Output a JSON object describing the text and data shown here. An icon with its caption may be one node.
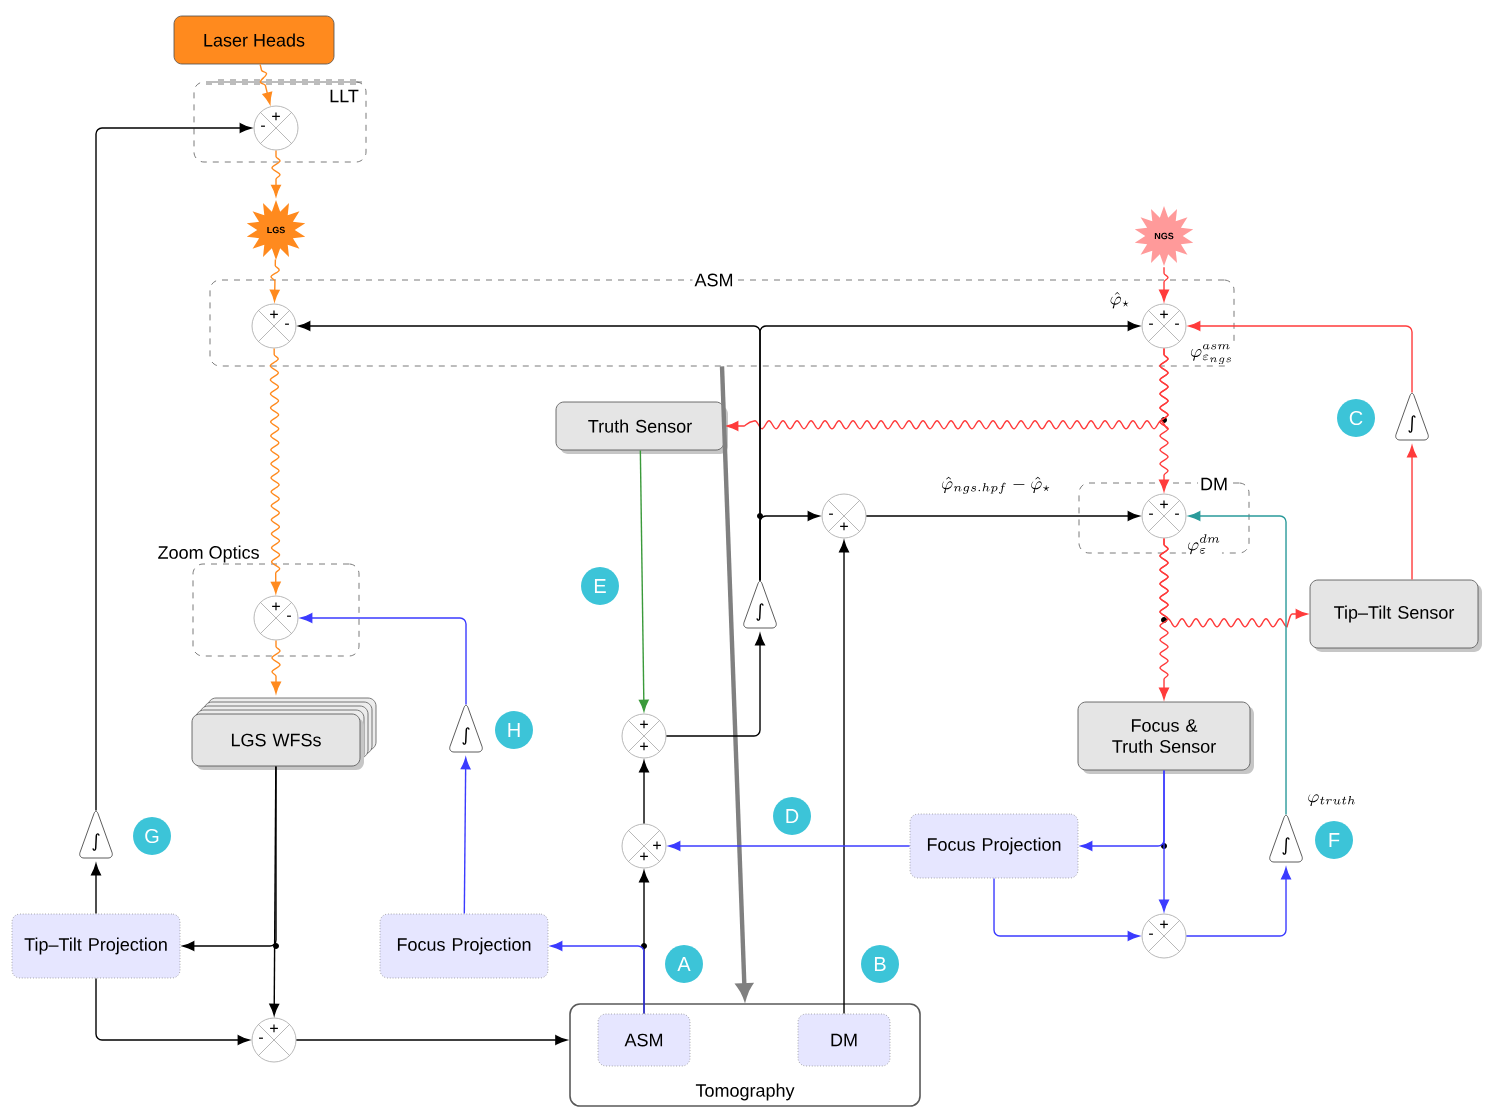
{
  "diagram": {
    "nodes": [
      {
        "text": [
          "Laser Heads"
        ]
      },
      {
        "text": [
          "LLT"
        ]
      },
      {
        "text": [
          "+",
          "-"
        ],
        "in": 1
      },
      {
        "text": [
          "LGS"
        ]
      },
      {
        "text": [
          "ASM"
        ]
      },
      {
        "text": [
          "+",
          "-"
        ],
        "in": 4
      },
      {
        "text": [
          "NGS"
        ]
      },
      {
        "text": [
          "+",
          "-",
          "-"
        ],
        "in": 4,
        "beside": [
          "\\hat{\\varphi}_{\\star}",
          "\\varphi^{asm}_{\\varepsilon_{ngs}}"
        ]
      },
      {
        "text": [
          "Truth Sensor"
        ]
      },
      {
        "text": [
          "C"
        ]
      },
      {
        "text": [
          "∫"
        ]
      },
      {
        "text": [
          "DM"
        ]
      },
      {
        "text": [
          "-",
          "+"
        ]
      },
      {
        "text": [
          "+",
          "-",
          "-"
        ],
        "in": 11,
        "beside": [
          "\\varphi^{dm}_{\\varepsilon}"
        ]
      },
      {
        "text": [
          "∫"
        ]
      },
      {
        "text": [
          "E"
        ]
      },
      {
        "text": [
          "Zoom Optics"
        ]
      },
      {
        "text": [
          "+",
          "-"
        ],
        "in": 16
      },
      {
        "text": [
          "Tip–Tilt Sensor"
        ]
      },
      {
        "text": [
          "LGS WFSs"
        ]
      },
      {
        "text": [
          "∫"
        ]
      },
      {
        "text": [
          "H"
        ]
      },
      {
        "text": [
          "+",
          "+"
        ]
      },
      {
        "text": [
          "Focus & Truth Sensor"
        ]
      },
      {
        "text": [
          "∫"
        ]
      },
      {
        "text": [
          "G"
        ]
      },
      {
        "text": [
          "D"
        ]
      },
      {
        "text": [
          "Focus Projection"
        ]
      },
      {
        "text": [
          "∫"
        ],
        "beside": [
          "\\varphi_{truth}"
        ]
      },
      {
        "text": [
          "F"
        ]
      },
      {
        "text": [
          "+",
          "+"
        ]
      },
      {
        "text": [
          "Tip–Tilt Projection"
        ]
      },
      {
        "text": [
          "Focus Projection"
        ]
      },
      {
        "text": [
          "A"
        ]
      },
      {
        "text": [
          "B"
        ]
      },
      {
        "text": [
          "+",
          "-"
        ]
      },
      {
        "text": [
          "+",
          "-"
        ]
      },
      {
        "text": [
          "Tomography"
        ]
      },
      {
        "text": [
          "ASM"
        ],
        "in": 37
      },
      {
        "text": [
          "DM"
        ],
        "in": 37
      }
    ],
    "edges": [
      {
        "from": 0,
        "to": 2,
        "arrow": "to",
        "color": "#ff8a1e"
      },
      {
        "from": 2,
        "to": 3,
        "arrow": "to",
        "color": "#ff8a1e"
      },
      {
        "from": 3,
        "to": 5,
        "arrow": "to",
        "color": "#ff8a1e"
      },
      {
        "from": 5,
        "to": 17,
        "arrow": "to",
        "color": "#ff8a1e"
      },
      {
        "from": 17,
        "to": 19,
        "arrow": "to",
        "color": "#ff8a1e"
      },
      {
        "from": 24,
        "to": 2,
        "arrow": "to"
      },
      {
        "from": 6,
        "to": 7,
        "arrow": "to",
        "color": "#ff3b3b"
      },
      {
        "from": 7,
        "to": 13,
        "arrow": "to",
        "color": "#ff3b3b"
      },
      {
        "from": 7,
        "to": 8,
        "arrow": "to",
        "color": "#ff3b3b"
      },
      {
        "from": 10,
        "to": 7,
        "arrow": "to",
        "color": "#ff3b3b"
      },
      {
        "from": 18,
        "to": 10,
        "arrow": "to",
        "color": "#ff3b3b"
      },
      {
        "from": 14,
        "to": 5,
        "arrow": "to"
      },
      {
        "from": 14,
        "to": 7,
        "arrow": "to"
      },
      {
        "from": 14,
        "to": 12,
        "arrow": "to"
      },
      {
        "from": 4,
        "to": 37,
        "arrow": "to",
        "style": "thick",
        "color": "#808080"
      },
      {
        "from": 8,
        "to": 22,
        "arrow": "to",
        "color": "#3a9a3a"
      },
      {
        "from": 22,
        "to": 14,
        "arrow": "to"
      },
      {
        "from": 30,
        "to": 22,
        "arrow": "to"
      },
      {
        "from": 38,
        "to": 30,
        "arrow": "to"
      },
      {
        "from": 38,
        "to": 32,
        "arrow": "to",
        "color": "#3b3bff"
      },
      {
        "from": 12,
        "to": 13,
        "arrow": "to",
        "label": "\\hat{\\varphi}_{ngs.hpf} - \\hat{\\varphi}_{\\star}"
      },
      {
        "from": 39,
        "to": 12,
        "arrow": "to"
      },
      {
        "from": 13,
        "to": 23,
        "arrow": "to",
        "color": "#ff3b3b"
      },
      {
        "from": 13,
        "to": 18,
        "arrow": "to",
        "color": "#ff3b3b"
      },
      {
        "from": 23,
        "to": 27,
        "arrow": "to",
        "color": "#3b3bff"
      },
      {
        "from": 23,
        "to": 35,
        "arrow": "to",
        "color": "#3b3bff"
      },
      {
        "from": 27,
        "to": 30,
        "arrow": "to",
        "color": "#3b3bff"
      },
      {
        "from": 27,
        "to": 35,
        "arrow": "to",
        "color": "#3b3bff"
      },
      {
        "from": 35,
        "to": 28,
        "arrow": "to",
        "color": "#3b3bff"
      },
      {
        "from": 28,
        "to": 13,
        "arrow": "to",
        "color": "#2a9a9a"
      },
      {
        "from": 32,
        "to": 20,
        "arrow": "to",
        "color": "#3b3bff"
      },
      {
        "from": 20,
        "to": 17,
        "arrow": "to",
        "color": "#3b3bff"
      },
      {
        "from": 19,
        "to": 31,
        "arrow": "to"
      },
      {
        "from": 19,
        "to": 36,
        "arrow": "to"
      },
      {
        "from": 31,
        "to": 24,
        "arrow": "to"
      },
      {
        "from": 31,
        "to": 36,
        "arrow": "to"
      },
      {
        "from": 36,
        "to": 37,
        "arrow": "to"
      }
    ]
  }
}
